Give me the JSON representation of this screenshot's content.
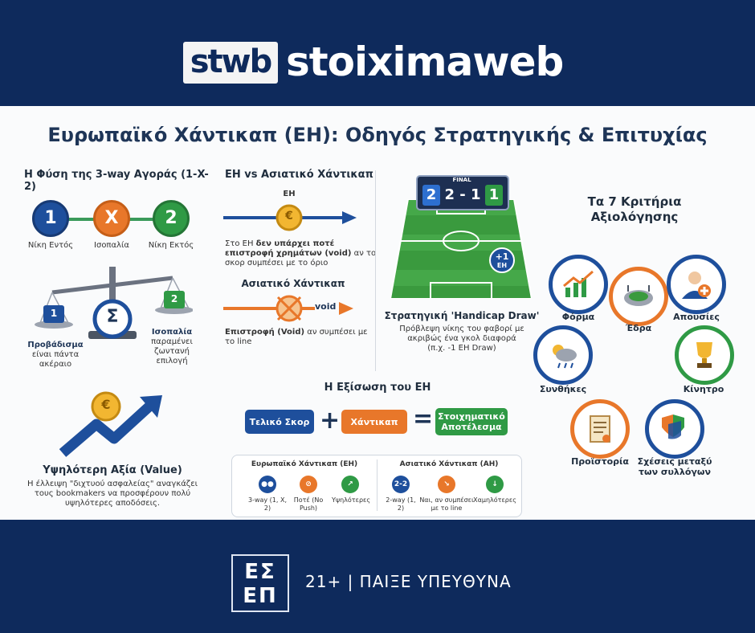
{
  "header": {
    "logo_mark": "stwb",
    "logo_text": "stoiximaweb"
  },
  "title": "Ευρωπαϊκό Χάντικαπ (ΕΗ): Οδηγός Στρατηγικής & Επιτυχίας",
  "market": {
    "heading": "Η Φύση της 3-way Αγοράς (1-X-2)",
    "outcomes": [
      {
        "symbol": "1",
        "label": "Νίκη Εντός"
      },
      {
        "symbol": "X",
        "label": "Ισοπαλία"
      },
      {
        "symbol": "2",
        "label": "Νίκη Εκτός"
      }
    ],
    "scale_left_weight": "1",
    "scale_right_weight": "2",
    "scale_center": "Σ",
    "left_caption": "Προβάδισμα",
    "left_caption_sub": "είναι πάντα ακέραιο",
    "right_caption": "Ισοπαλία",
    "right_caption_sub": "παραμένει ζωντανή επιλογή"
  },
  "value": {
    "heading": "Υψηλότερη Αξία (Value)",
    "coin": "€",
    "text": "Η έλλειψη \"διχτυού ασφαλείας\" αναγκάζει τους bookmakers να προσφέρουν πολύ υψηλότερες αποδόσεις."
  },
  "compare": {
    "heading": "ΕΗ vs Ασιατικό Χάντικαπ",
    "eh_label": "ΕΗ",
    "eh_coin": "€",
    "eh_text_a": "Στο ΕΗ ",
    "eh_text_b": "δεν υπάρχει ποτέ επιστροφή χρημάτων (void)",
    "eh_text_c": " αν το σκορ συμπέσει με το όριο",
    "ah_label": "Ασιατικό Χάντικαπ",
    "ah_void": "void",
    "ah_text_a": "Επιστροφή (Void)",
    "ah_text_b": " αν συμπέσει με το line"
  },
  "strategy": {
    "scoreboard_label": "FINAL",
    "home_score": "2",
    "score": "2 - 1",
    "away_score": "1",
    "badge": "+1",
    "badge_sub": "EH",
    "heading": "Στρατηγική 'Handicap Draw'",
    "text": "Πρόβλεψη νίκης του φαβορί με ακριβώς ένα γκολ διαφορά (π.χ. -1 ΕΗ Draw)"
  },
  "equation": {
    "heading": "Η Εξίσωση του ΕΗ",
    "term1": "Τελικό Σκορ",
    "plus": "+",
    "term2": "Χάντικαπ",
    "equals": "=",
    "result": "Στοιχηματικό Αποτέλεσμα"
  },
  "table": {
    "eh_heading": "Ευρωπαϊκό Χάντικαπ (ΕΗ)",
    "ah_heading": "Ασιατικό Χάντικαπ (ΑΗ)",
    "eh_items": [
      "3-way (1, X, 2)",
      "Ποτέ (No Push)",
      "Υψηλότερες"
    ],
    "ah_items": [
      "2-way (1, 2)",
      "Ναι, αν συμπέσει με το line",
      "Χαμηλότερες"
    ],
    "ah_badge": "2-2"
  },
  "criteria": {
    "heading": "Τα 7 Κριτήρια Αξιολόγησης",
    "items": [
      "Φόρμα",
      "Έδρα",
      "Απουσίες",
      "Συνθήκες",
      "Κίνητρο",
      "Προϊστορία",
      "Σχέσεις μεταξύ των συλλόγων"
    ]
  },
  "footer": {
    "logo_top": "ΕΣ",
    "logo_bottom": "ΕΠ",
    "warning": "21+ | ΠΑΙΞΕ ΥΠΕΥΘΥΝΑ"
  },
  "colors": {
    "navy": "#0e2a5c",
    "blue": "#1e4f9c",
    "orange": "#e8772a",
    "green": "#2f9a45"
  }
}
